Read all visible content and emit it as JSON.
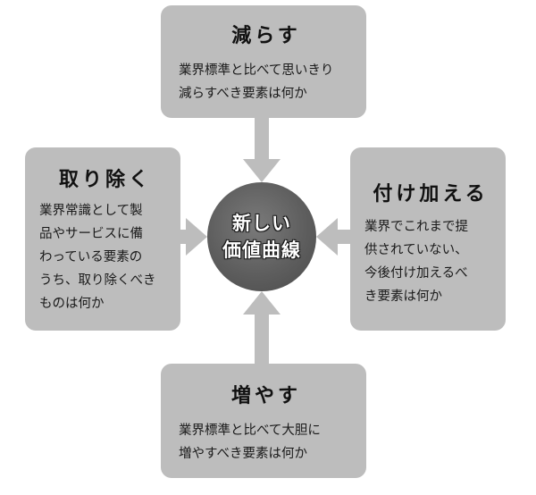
{
  "center": {
    "line1": "新しい",
    "line2": "価値曲線"
  },
  "boxes": {
    "top": {
      "title": "減らす",
      "text": "業界標準と比べて思いきり\n減らすべき要素は何か"
    },
    "left": {
      "title": "取り除く",
      "text": "業界常識として製\n品やサービスに備\nわっている要素の\nうち、取り除くべき\nものは何か"
    },
    "right": {
      "title": "付け加える",
      "text": "業界でこれまで提\n供されていない、\n今後付け加えるべ\nき要素は何か"
    },
    "bottom": {
      "title": "増やす",
      "text": "業界標準と比べて大胆に\n増やすべき要素は何か"
    }
  },
  "colors": {
    "box": "#bdbdbd",
    "arrow": "#bdbdbd",
    "center": "#5e5e5e"
  }
}
